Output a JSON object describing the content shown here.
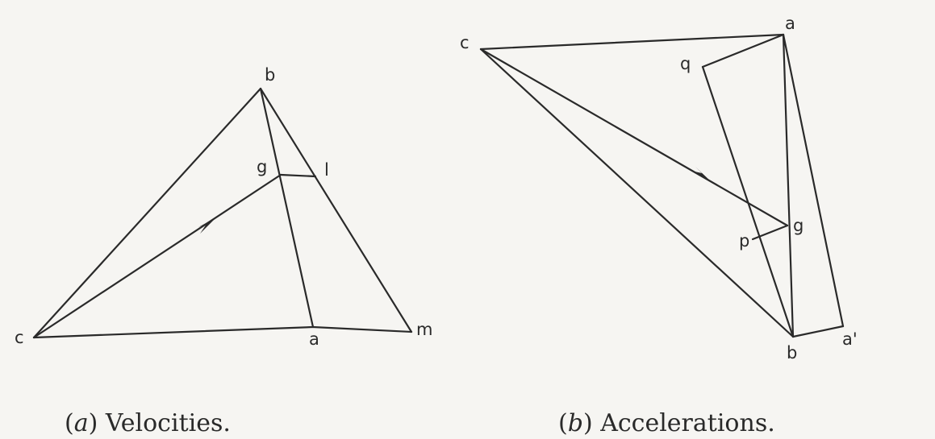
{
  "diagrams": [
    {
      "id": "velocities",
      "caption": {
        "letter": "a",
        "text": "Velocities."
      },
      "points": {
        "b": "b",
        "g": "g",
        "l": "l",
        "c": "c",
        "a": "a",
        "m": "m"
      }
    },
    {
      "id": "accelerations",
      "caption": {
        "letter": "b",
        "text": "Accelerations."
      },
      "points": {
        "c": "c",
        "a": "a",
        "q": "q",
        "g": "g",
        "p": "p",
        "b": "b",
        "a_prime": "a'"
      }
    }
  ],
  "colors": {
    "ink": "#2a2a2a",
    "paper": "#f6f5f2"
  }
}
